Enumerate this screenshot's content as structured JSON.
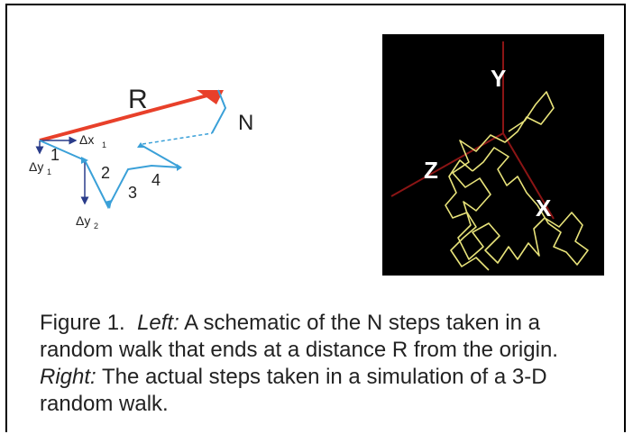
{
  "left_figure": {
    "labels": {
      "r": "R",
      "n": "N",
      "dx1": "Δx",
      "dx1_sub": "1",
      "dy1": "Δy",
      "dy1_sub": "1",
      "dy2": "Δy",
      "dy2_sub": "2",
      "step1": "1",
      "step2": "2",
      "step3": "3",
      "step4": "4"
    }
  },
  "right_figure": {
    "axes": {
      "x": "X",
      "y": "Y",
      "z": "Z"
    }
  },
  "caption": {
    "figure_label": "Figure 1.",
    "left_word": "Left:",
    "left_text": "A schematic of the N steps taken in a random walk that ends at a distance R from the origin.",
    "right_word": "Right:",
    "right_text": "The actual steps taken in a simulation of a 3-D random walk."
  },
  "colors": {
    "resultant": "#e8402a",
    "steps": "#3aa0d8",
    "axes_lines": "#8b1515",
    "walk": "#e8e37a"
  }
}
